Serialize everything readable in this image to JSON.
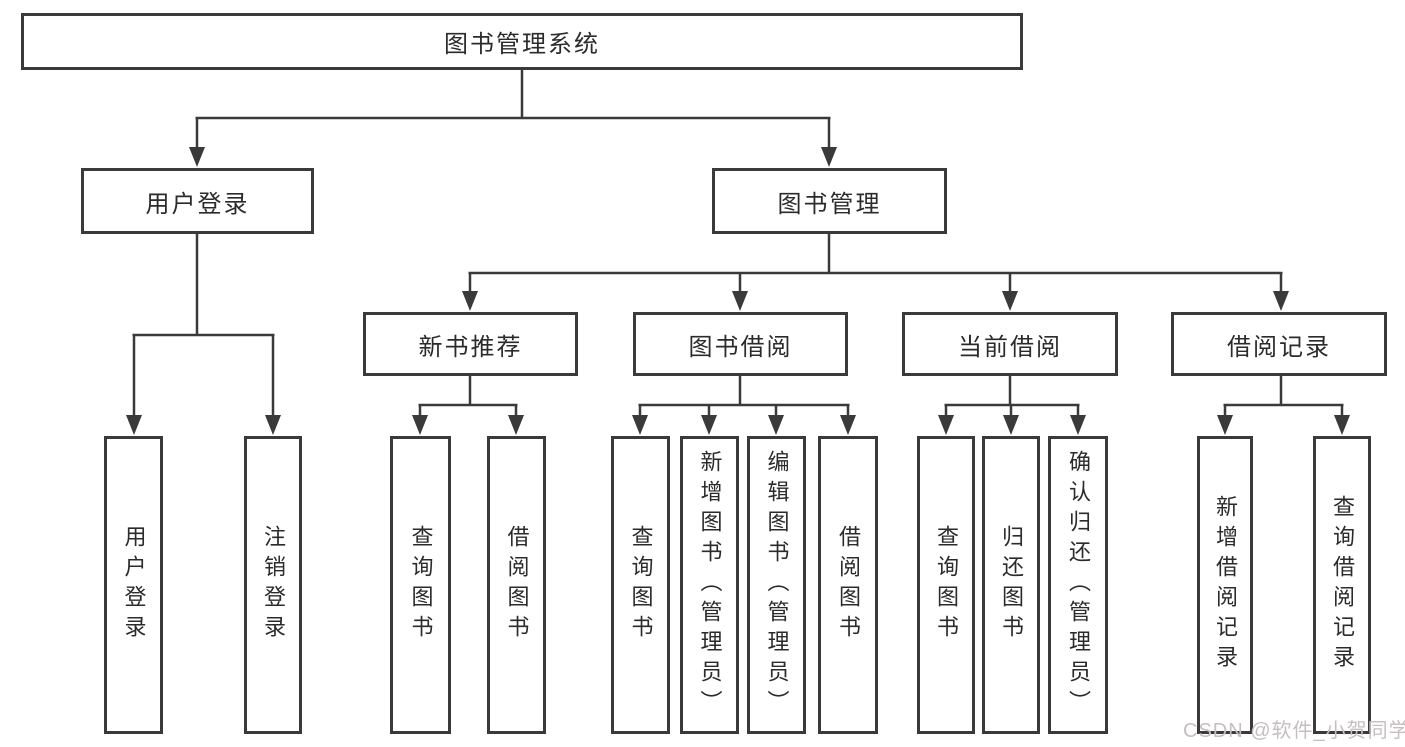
{
  "root": {
    "label": "图书管理系统"
  },
  "user_branch": {
    "label": "用户登录",
    "leaves": [
      "用户登录",
      "注销登录"
    ]
  },
  "mgmt_branch": {
    "label": "图书管理",
    "modules": [
      {
        "label": "新书推荐",
        "leaves": [
          "查询图书",
          "借阅图书"
        ]
      },
      {
        "label": "图书借阅",
        "leaves": [
          "查询图书",
          "新增图书（管理员）",
          "编辑图书（管理员）",
          "借阅图书"
        ]
      },
      {
        "label": "当前借阅",
        "leaves": [
          "查询图书",
          "归还图书",
          "确认归还（管理员）"
        ]
      },
      {
        "label": "借阅记录",
        "leaves": [
          "新增借阅记录",
          "查询借阅记录"
        ]
      }
    ]
  },
  "watermark": "CSDN @软件_小贺同学",
  "colors": {
    "line": "#3a3a3a",
    "text": "#2b2b2b",
    "watermark": "#c6bec1",
    "background": "#ffffff"
  }
}
